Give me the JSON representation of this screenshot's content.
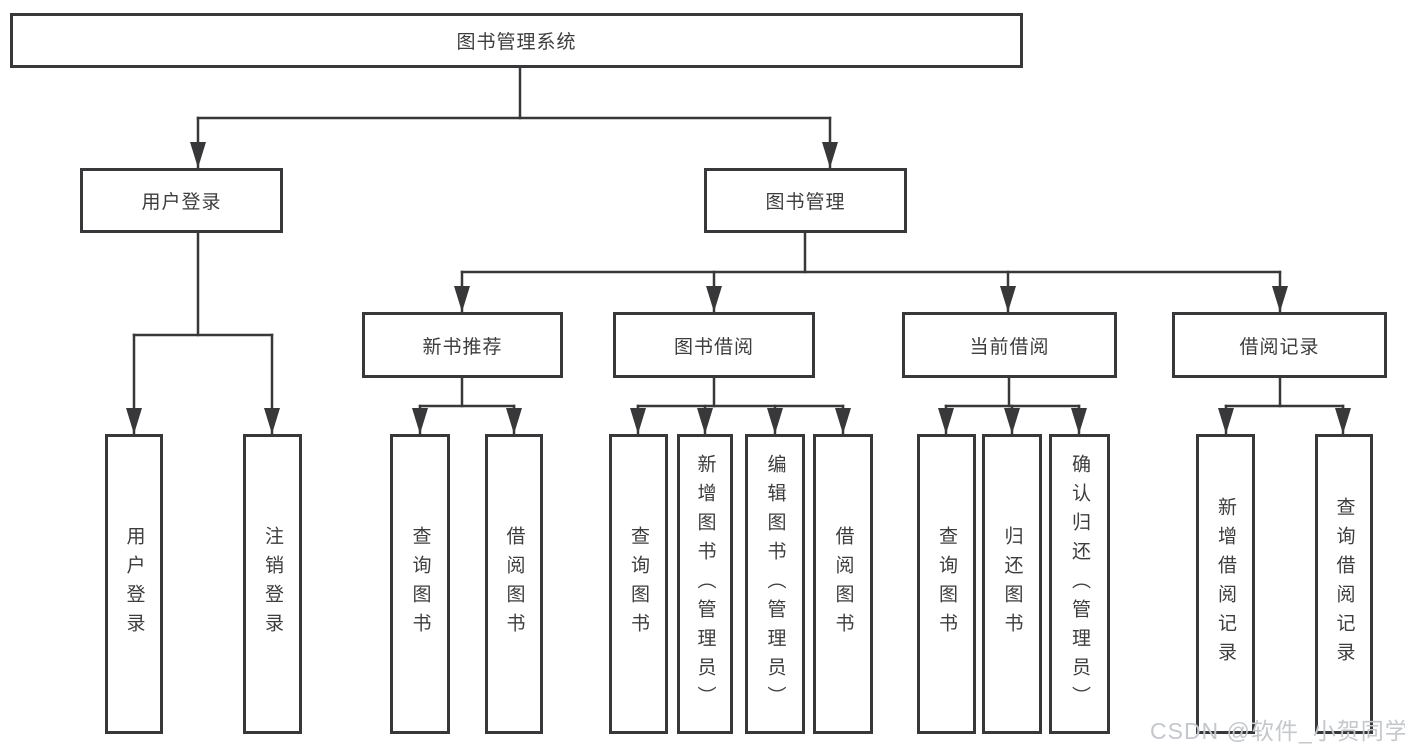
{
  "tree": {
    "label": "图书管理系统",
    "children": [
      {
        "label": "用户登录",
        "children": [
          {
            "label": "用户登录"
          },
          {
            "label": "注销登录"
          }
        ]
      },
      {
        "label": "图书管理",
        "children": [
          {
            "label": "新书推荐",
            "children": [
              {
                "label": "查询图书"
              },
              {
                "label": "借阅图书"
              }
            ]
          },
          {
            "label": "图书借阅",
            "children": [
              {
                "label": "查询图书"
              },
              {
                "label": "新增图书（管理员）"
              },
              {
                "label": "编辑图书（管理员）"
              },
              {
                "label": "借阅图书"
              }
            ]
          },
          {
            "label": "当前借阅",
            "children": [
              {
                "label": "查询图书"
              },
              {
                "label": "归还图书"
              },
              {
                "label": "确认归还（管理员）"
              }
            ]
          },
          {
            "label": "借阅记录",
            "children": [
              {
                "label": "新增借阅记录"
              },
              {
                "label": "查询借阅记录"
              }
            ]
          }
        ]
      }
    ]
  },
  "watermark": "CSDN @软件_小贺同学",
  "colors": {
    "line": "#38383a",
    "text": "#3d3d3d",
    "background": "#ffffff",
    "watermark": "#c4c7cb"
  }
}
